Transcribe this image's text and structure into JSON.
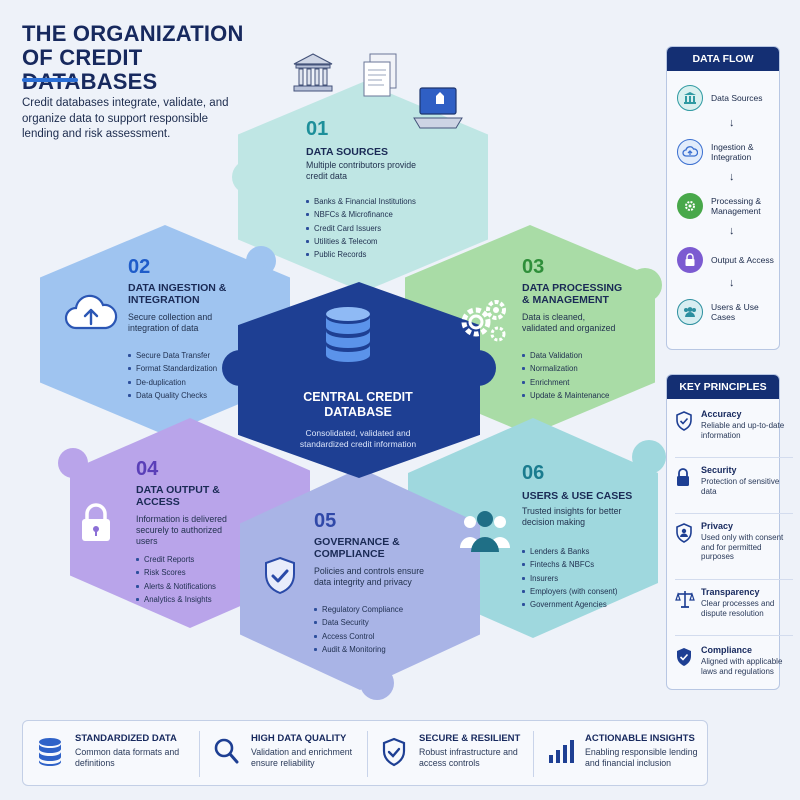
{
  "header": {
    "title": "THE ORGANIZATION OF CREDIT DATABASES",
    "intro": "Credit databases integrate, validate, and organize data to support responsible lending and risk assessment."
  },
  "pieces": {
    "p1": {
      "num": "01",
      "title": "DATA SOURCES",
      "desc": "Multiple contributors provide credit data",
      "items": [
        "Banks & Financial Institutions",
        "NBFCs & Microfinance",
        "Credit Card Issuers",
        "Utilities & Telecom",
        "Public Records"
      ]
    },
    "p2": {
      "num": "02",
      "title": "DATA INGESTION & INTEGRATION",
      "desc": "Secure collection and integration of data",
      "items": [
        "Secure Data Transfer",
        "Format Standardization",
        "De-duplication",
        "Data Quality Checks"
      ]
    },
    "p3": {
      "num": "03",
      "title": "DATA PROCESSING & MANAGEMENT",
      "desc": "Data is cleaned, validated and organized",
      "items": [
        "Data Validation",
        "Normalization",
        "Enrichment",
        "Update & Maintenance"
      ]
    },
    "p4": {
      "num": "04",
      "title": "DATA OUTPUT & ACCESS",
      "desc": "Information is delivered securely to authorized users",
      "items": [
        "Credit Reports",
        "Risk Scores",
        "Alerts & Notifications",
        "Analytics & Insights"
      ]
    },
    "p5": {
      "num": "05",
      "title": "GOVERNANCE & COMPLIANCE",
      "desc": "Policies and controls ensure data integrity and privacy",
      "items": [
        "Regulatory Compliance",
        "Data Security",
        "Access Control",
        "Audit & Monitoring"
      ]
    },
    "p6": {
      "num": "06",
      "title": "USERS & USE CASES",
      "desc": "Trusted insights for better decision making",
      "items": [
        "Lenders & Banks",
        "Fintechs & NBFCs",
        "Insurers",
        "Employers (with consent)",
        "Government Agencies"
      ]
    }
  },
  "central": {
    "title": "CENTRAL CREDIT DATABASE",
    "desc": "Consolidated, validated and standardized credit information"
  },
  "data_flow": {
    "title": "DATA FLOW",
    "steps": [
      "Data Sources",
      "Ingestion & Integration",
      "Processing & Management",
      "Output & Access",
      "Users & Use Cases"
    ],
    "arrow": "↓"
  },
  "key_principles": {
    "title": "KEY PRINCIPLES",
    "items": [
      {
        "title": "Accuracy",
        "desc": "Reliable and up-to-date information",
        "icon": "shield-check-icon"
      },
      {
        "title": "Security",
        "desc": "Protection of sensitive data",
        "icon": "lock-icon"
      },
      {
        "title": "Privacy",
        "desc": "Used only with consent and for permitted purposes",
        "icon": "person-shield-icon"
      },
      {
        "title": "Transparency",
        "desc": "Clear processes and dispute resolution",
        "icon": "scales-icon"
      },
      {
        "title": "Compliance",
        "desc": "Aligned with applicable laws and regulations",
        "icon": "shield-check-icon"
      }
    ]
  },
  "footer": {
    "items": [
      {
        "title": "STANDARDIZED DATA",
        "desc": "Common data formats and definitions",
        "icon": "database-icon"
      },
      {
        "title": "HIGH DATA QUALITY",
        "desc": "Validation and enrichment ensure reliability",
        "icon": "magnifier-icon"
      },
      {
        "title": "SECURE & RESILIENT",
        "desc": "Robust infrastructure and access controls",
        "icon": "shield-check-icon"
      },
      {
        "title": "ACTIONABLE INSIGHTS",
        "desc": "Enabling responsible lending and financial inclusion",
        "icon": "bar-chart-icon"
      }
    ]
  },
  "colors": {
    "navy": "#142f73",
    "p1": "#bfe6e4",
    "p2": "#9fc4f0",
    "p3": "#a9dca6",
    "p4": "#b9a4ea",
    "p5": "#a9b4e6",
    "p6": "#9fd8de",
    "center": "#1e3f93"
  }
}
